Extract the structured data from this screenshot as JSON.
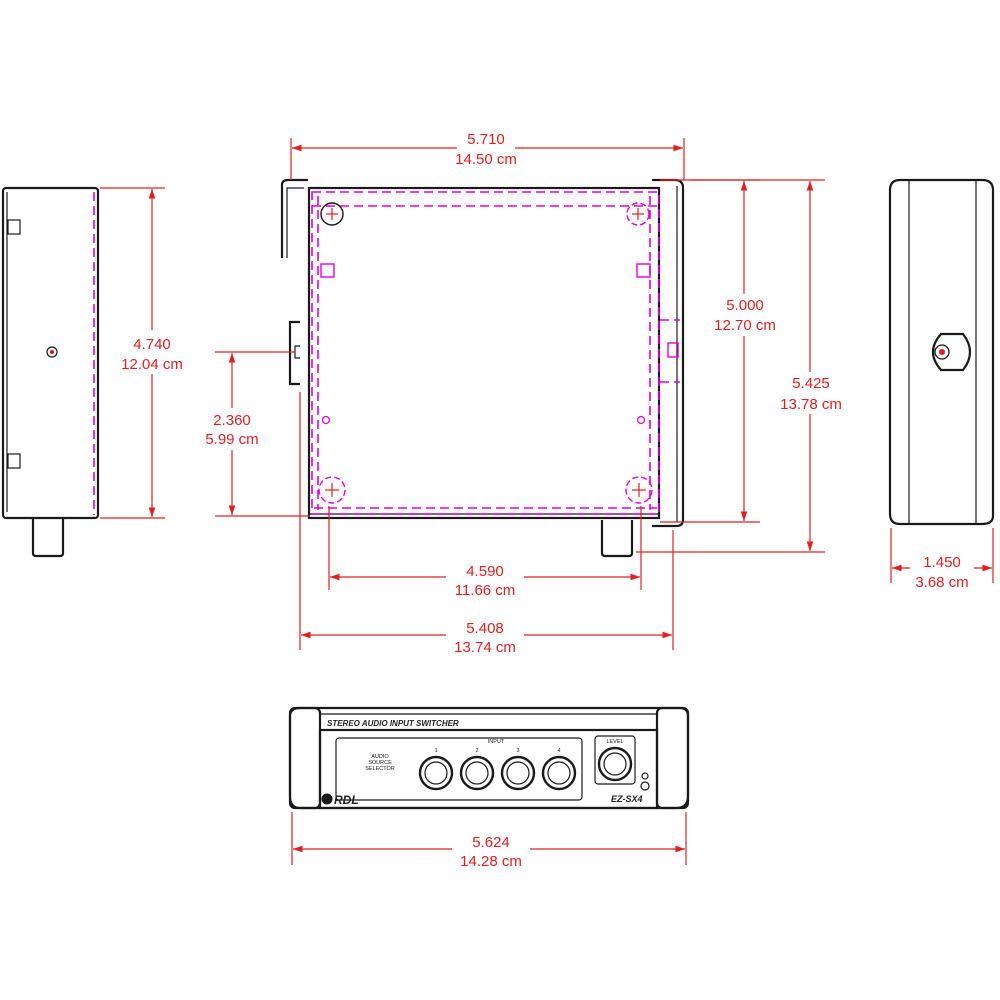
{
  "colors": {
    "dimension": "#e02020",
    "hidden_lines": "#e000e0",
    "outline": "#1a1a1a"
  },
  "dimensions": {
    "top_width": {
      "inches": "5.710",
      "cm": "14.50 cm"
    },
    "left_height": {
      "inches": "4.740",
      "cm": "12.04 cm"
    },
    "left_hole_height": {
      "inches": "2.360",
      "cm": "5.99 cm"
    },
    "inner_height": {
      "inches": "5.000",
      "cm": "12.70 cm"
    },
    "overall_height": {
      "inches": "5.425",
      "cm": "13.78 cm"
    },
    "side_depth": {
      "inches": "1.450",
      "cm": "3.68 cm"
    },
    "feet_spacing": {
      "inches": "4.590",
      "cm": "11.66 cm"
    },
    "bottom_width": {
      "inches": "5.408",
      "cm": "13.74 cm"
    },
    "front_width": {
      "inches": "5.624",
      "cm": "14.28 cm"
    }
  },
  "front_panel": {
    "title": "STEREO AUDIO INPUT SWITCHER",
    "selector_label_1": "AUDIO",
    "selector_label_2": "SOURCE",
    "selector_label_3": "SELECTOR",
    "input_label": "INPUT",
    "input_numbers": [
      "1",
      "2",
      "3",
      "4"
    ],
    "level_label": "LEVEL",
    "brand": "RDL",
    "model": "EZ-SX4"
  },
  "icons": [
    "mounting-hole-icon",
    "screw-cross-icon",
    "rdl-logo-dot-icon",
    "led-icon"
  ]
}
